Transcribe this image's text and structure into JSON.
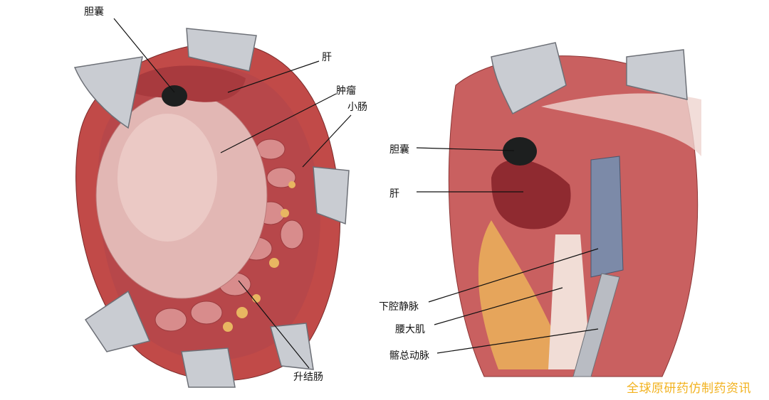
{
  "left_figure": {
    "labels": {
      "gallbladder": "胆囊",
      "liver": "肝",
      "tumor": "肿瘤",
      "small_intestine": "小肠",
      "ascending_colon": "升结肠"
    }
  },
  "right_figure": {
    "labels": {
      "gallbladder": "胆囊",
      "liver": "肝",
      "inferior_vena_cava": "下腔静脉",
      "psoas_major": "腰大肌",
      "common_iliac_artery": "髂总动脉"
    }
  },
  "watermark": "全球原研药仿制药资讯",
  "colors": {
    "tissue": "#c8504f",
    "tumor": "#e2b7b4",
    "retractor": "#c9ccd2",
    "fat": "#e8b661",
    "watermark": "#f2b21e"
  }
}
